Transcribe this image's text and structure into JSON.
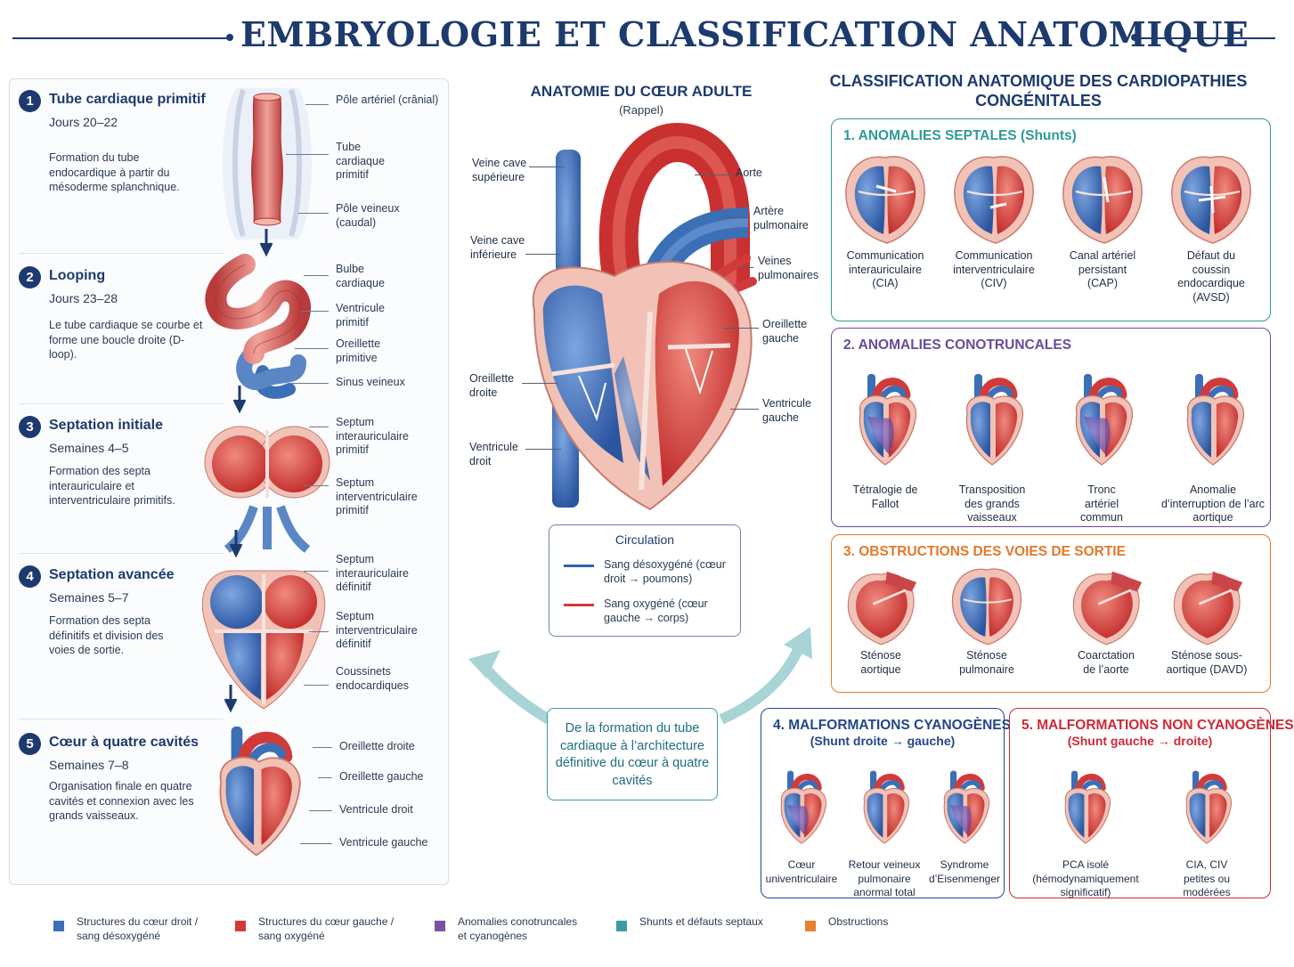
{
  "title": "EMBRYOLOGIE ET CLASSIFICATION ANATOMIQUE",
  "colors": {
    "navy": "#1d3a6e",
    "blue": "#3b6fb6",
    "red": "#d23a3a",
    "purple": "#7b52a3",
    "teal": "#3c9ba0",
    "orange": "#e87f2a",
    "pink": "#f2c2b6"
  },
  "stages": [
    {
      "num": "1",
      "title": "Tube cardiaque primitif",
      "date": "Jours 20–22",
      "desc": "Formation du tube endocardique à partir du mésoderme splanchnique.",
      "labels": [
        "Pôle artériel (crânial)",
        "Tube cardiaque primitif",
        "Pôle veineux (caudal)"
      ]
    },
    {
      "num": "2",
      "title": "Looping",
      "date": "Jours 23–28",
      "desc": "Le tube cardiaque se courbe et forme une boucle droite (D-loop).",
      "labels": [
        "Bulbe cardiaque",
        "Ventricule primitif",
        "Oreillette primitive",
        "Sinus veineux"
      ]
    },
    {
      "num": "3",
      "title": "Septation initiale",
      "date": "Semaines 4–5",
      "desc": "Formation des septa interauriculaire et interventriculaire primitifs.",
      "labels": [
        "Septum interauriculaire primitif",
        "Septum interventriculaire primitif"
      ]
    },
    {
      "num": "4",
      "title": "Septation avancée",
      "date": "Semaines 5–7",
      "desc": "Formation des septa définitifs et division des voies de sortie.",
      "labels": [
        "Septum interauriculaire définitif",
        "Septum interventriculaire définitif",
        "Coussinets endocardiques"
      ]
    },
    {
      "num": "5",
      "title": "Cœur à quatre cavités",
      "date": "Semaines 7–8",
      "desc": "Organisation finale en quatre cavités et connexion avec les grands vaisseaux.",
      "labels": [
        "Oreillette droite",
        "Oreillette gauche",
        "Ventricule droit",
        "Ventricule gauche"
      ]
    }
  ],
  "center": {
    "title": "ANATOMIE DU CŒUR ADULTE",
    "subtitle": "(Rappel)",
    "labels": {
      "vcs": "Veine cave supérieure",
      "vci": "Veine cave inférieure",
      "od": "Oreillette droite",
      "vd": "Ventricule droit",
      "aorte": "Aorte",
      "ap": "Artère pulmonaire",
      "vp": "Veines pulmonaires",
      "og": "Oreillette gauche",
      "vg": "Ventricule gauche"
    },
    "circulation": {
      "title": "Circulation",
      "deoxy": "Sang désoxygéné (cœur droit → poumons)",
      "oxy": "Sang oxygéné (cœur gauche → corps)"
    },
    "formation": "De la formation du tube cardiaque à l’architecture définitive du cœur à quatre cavités"
  },
  "classification": {
    "title": "CLASSIFICATION ANATOMIQUE DES CARDIOPATHIES CONGÉNITALES",
    "categories": [
      {
        "title": "1. ANOMALIES SEPTALES (Shunts)",
        "color": "#2f9a98",
        "items": [
          "Communication interauriculaire (CIA)",
          "Communication interventriculaire (CIV)",
          "Canal artériel persistant (CAP)",
          "Défaut du coussin endocardique (AVSD)"
        ]
      },
      {
        "title": "2. ANOMALIES CONOTRUNCALES",
        "color": "#6a4a9c",
        "items": [
          "Tétralogie de Fallot",
          "Transposition des grands vaisseaux",
          "Tronc artériel commun",
          "Anomalie d’interruption de l’arc aortique"
        ]
      },
      {
        "title": "3. OBSTRUCTIONS DES VOIES DE SORTIE",
        "color": "#e3782a",
        "items": [
          "Sténose aortique",
          "Sténose pulmonaire",
          "Coarctation de l’aorte",
          "Sténose sous-aortique (DAVD)"
        ]
      },
      {
        "title": "4. MALFORMATIONS CYANOGÈNES",
        "subtitle": "(Shunt droite → gauche)",
        "color": "#23468a",
        "items": [
          "Cœur univentriculaire",
          "Retour veineux pulmonaire anormal total",
          "Syndrome d’Eisenmenger"
        ]
      },
      {
        "title": "5. MALFORMATIONS NON CYANOGÈNES",
        "subtitle": "(Shunt gauche → droite)",
        "color": "#cc2b36",
        "items": [
          "PCA isolé (hémodynamiquement significatif)",
          "CIA, CIV petites ou modérées"
        ]
      }
    ]
  },
  "legend": [
    {
      "label": "Structures du cœur droit / sang désoxygéné",
      "color": "#3b6fb6"
    },
    {
      "label": "Structures du cœur gauche / sang oxygéné",
      "color": "#d23a3a"
    },
    {
      "label": "Anomalies conotruncales et cyanogènes",
      "color": "#7b52a3"
    },
    {
      "label": "Shunts et défauts septaux",
      "color": "#3c9ba0"
    },
    {
      "label": "Obstructions",
      "color": "#e87f2a"
    }
  ]
}
